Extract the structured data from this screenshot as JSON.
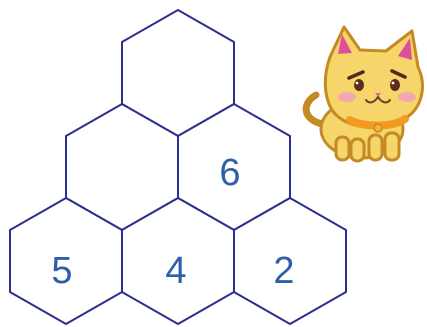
{
  "puzzle": {
    "row_top": {
      "cell_1": ""
    },
    "row_middle": {
      "cell_1": "",
      "cell_2": "6"
    },
    "row_bottom": {
      "cell_1": "5",
      "cell_2": "4",
      "cell_3": "2"
    }
  },
  "colors": {
    "hex_outline": "#2b2f8f",
    "number": "#2f5fa8",
    "cat_body": "#f6d56b",
    "cat_collar": "#f29a21"
  },
  "icons": {
    "mascot": "angry-cat-illustration"
  }
}
